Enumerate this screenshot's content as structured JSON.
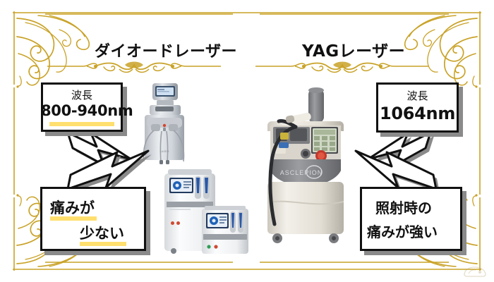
{
  "page": {
    "background": "#ffffff",
    "accent_gold": "#c9a227",
    "highlight_yellow": "#ffdf6e",
    "ink": "#111111",
    "shadow_gray": "#8a8a8a"
  },
  "headings": {
    "left_title": "ダイオードレーザー",
    "right_title": "YAGレーザー"
  },
  "callouts": {
    "wavelength_left": {
      "label": "波長",
      "value": "800-940nm",
      "highlighted": true
    },
    "wavelength_right": {
      "label": "波長",
      "value": "1064nm",
      "highlighted": true
    },
    "pain_left": {
      "line1": "痛みが",
      "line2": "少ない",
      "highlighted": true
    },
    "pain_right": {
      "line1": "照射時の",
      "line2": "痛みが強い",
      "highlighted": false
    }
  },
  "devices": [
    {
      "name": "diode-laser-tall-unit",
      "side": "left"
    },
    {
      "name": "diode-laser-pair-units",
      "side": "left"
    },
    {
      "name": "yag-laser-unit",
      "side": "right"
    }
  ],
  "ornaments": {
    "corner_top_left": "gold-scroll-corner",
    "corner_top_right": "gold-scroll-corner",
    "corner_bottom_left": "gold-scroll-corner",
    "corner_bottom_right": "gold-scroll-corner",
    "divider_left": "gold-flourish-divider",
    "divider_right": "gold-flourish-divider"
  }
}
